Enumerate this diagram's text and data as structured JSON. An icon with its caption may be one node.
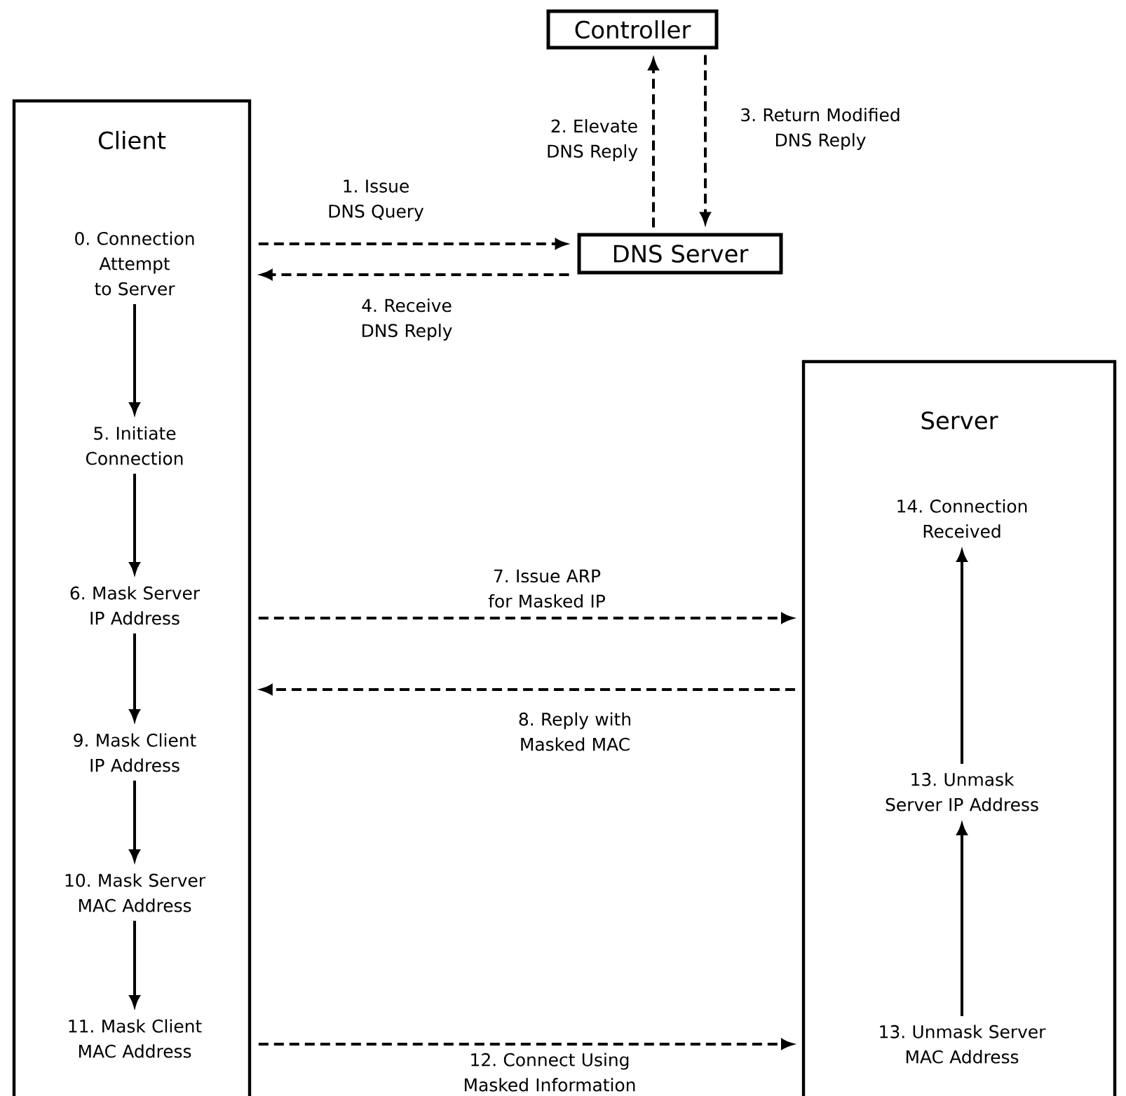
{
  "diagram": {
    "nodes": [
      {
        "text": [
          "Client"
        ]
      },
      {
        "text": [
          "Controller"
        ]
      },
      {
        "text": [
          "DNS Server"
        ]
      },
      {
        "text": [
          "Server"
        ]
      },
      {
        "text": [
          "0. Connection Attempt to Server"
        ],
        "in": 0
      },
      {
        "text": [
          "5. Initiate Connection"
        ],
        "in": 0
      },
      {
        "text": [
          "6. Mask Server IP Address"
        ],
        "in": 0
      },
      {
        "text": [
          "9. Mask Client IP Address"
        ],
        "in": 0
      },
      {
        "text": [
          "10. Mask Server MAC Address"
        ],
        "in": 0
      },
      {
        "text": [
          "11. Mask Client MAC Address"
        ],
        "in": 0
      },
      {
        "text": [
          "14. Connection Received"
        ],
        "in": 3
      },
      {
        "text": [
          "13. Unmask Server IP Address"
        ],
        "in": 3
      },
      {
        "text": [
          "13. Unmask Server MAC Address"
        ],
        "in": 3
      }
    ],
    "edges": [
      {
        "from": 0,
        "to": 2,
        "arrow": "to",
        "label": "1. Issue DNS Query",
        "style": "dashed"
      },
      {
        "from": 2,
        "to": 1,
        "arrow": "to",
        "label": "2. Elevate DNS Reply",
        "style": "dashed"
      },
      {
        "from": 1,
        "to": 2,
        "arrow": "to",
        "label": "3. Return Modified DNS Reply",
        "style": "dashed"
      },
      {
        "from": 2,
        "to": 0,
        "arrow": "to",
        "label": "4. Receive DNS Reply",
        "style": "dashed"
      },
      {
        "from": 4,
        "to": 5,
        "arrow": "to"
      },
      {
        "from": 5,
        "to": 6,
        "arrow": "to"
      },
      {
        "from": 0,
        "to": 3,
        "arrow": "to",
        "label": "7. Issue ARP for Masked IP",
        "style": "dashed"
      },
      {
        "from": 3,
        "to": 0,
        "arrow": "to",
        "label": "8. Reply with Masked MAC",
        "style": "dashed"
      },
      {
        "from": 6,
        "to": 7,
        "arrow": "to"
      },
      {
        "from": 7,
        "to": 8,
        "arrow": "to"
      },
      {
        "from": 8,
        "to": 9,
        "arrow": "to"
      },
      {
        "from": 0,
        "to": 3,
        "arrow": "to",
        "label": "12. Connect Using Masked Information",
        "style": "dashed"
      },
      {
        "from": 12,
        "to": 11,
        "arrow": "to"
      },
      {
        "from": 11,
        "to": 10,
        "arrow": "to"
      }
    ]
  }
}
